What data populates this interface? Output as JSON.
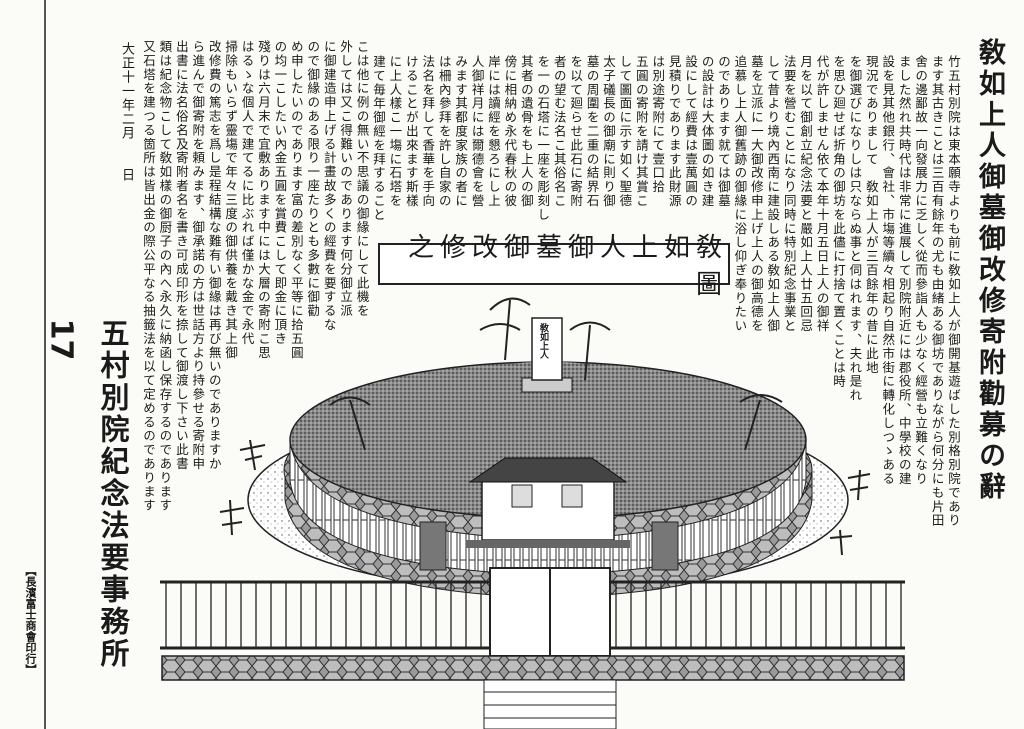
{
  "title": "敎如上人御墓御改修寄附勸募の辭",
  "body": {
    "columns": [
      "竹五村別院は東本願寺よりも前に敎如上人が御開基遊ばした別格別院であり",
      "ます其古きことは三百有餘年の尤も由緒ある御坊でありながら何分にも片田",
      "舍の邊鄙故一向發展力に乏しく從而參詣人も少なく經營も立難くなり",
      "ました然れ共時代は非常に進展して別院附近には郡役所、中學校の建",
      "設を見其他銀行、會社、市塲等續々相起り自然市街に轉化しつゝある",
      "現況でありまして　敎如上人が三百餘年の昔に此地",
      "を御選びになりしは只ならぬ事と伺はれます、夫れ是れ",
      "を思ひ廻せば折角の御坊を此儘に打捨て置くことは時",
      "代が許しません依て本年十月五日上人の御祥",
      "月を以て御創立紀念法要と嚴如上人廿五回忌",
      "法要を營むことになり同時に特別紀念事業と",
      "して昔より境內西南に建設しある敎如上人御",
      "墓を立派に一大御改修申上げ上人の御高德を",
      "追慕し上人御舊跡の御緣に浴し仰ぎ奉りたい",
      "のであります就ては御墓",
      "の設計は大体圖の如き建",
      "設にして經費は壹萬圓の",
      "見積りであります此財源",
      "は別途寄附にて壹口拾",
      "五圓の寄附を請け其賞こ",
      "して圖面に示す如く聖德",
      "太子礒長の御廟に則り御",
      "墓の周圍を二重の結界石",
      "を以て廻らせ此石に寄附",
      "者の望む法名こ其俗名こ",
      "を一の石塔に一座を彫刻し",
      "其者の遺骨をも上人の御",
      "傍に相納め永代春秋の彼",
      "岸には讀經を懇ろにし上",
      "人御祥月には爾德會を營",
      "みます其都度家族の者に",
      "は柵內參拜を許し自家の",
      "法名を拜して香華を手向",
      "けることが出來ます斯樣",
      "に上人樣こ一塲に石塔を",
      "建て毎年御經を拜すること",
      "こは他に例の無い不思議の御緣にして此機を",
      "外しては又こ得難いのであります何分御立派",
      "に御建造申上げる計畫故多くの經費を要するな",
      "ので御緣のある限り一座たりとも多數に御勸",
      "め申したいのであります富の差別なく平等に拾五圓",
      "の均一こしたい內金五圓を賞費こして即金に頂き",
      "殘りは六月末で宜敷あります中には大層の寄附こ思",
      "はるゝな個人で建てるに比ぶれば僅かな金で永代",
      "掃除もいらず靈塲で年々三度の御供養を戴き其上御",
      "改修費の篤志を爲し是程結構な難有い御緣は再び無いのでありますか",
      "ら進んで御寄附を頼みます、御承諾の方は世話方より持參せる寄附申",
      "出書に法名俗名及寄附者名を書き可成印形を捺して御渡し下さい此書",
      "類は紀念物こして敎如樣の御厨子の內へ永久に納函し保存するのであります",
      "又石塔を建つる箇所は皆出金の際公平なる抽籤法を以て定めるのであります"
    ]
  },
  "illustration": {
    "caption": "敎如上人御墓御改修之圖",
    "tomb_sign": "敎如上人"
  },
  "footer": {
    "date": "大正十一年二月　　日",
    "office": "五村別院紀念法要事務所",
    "printer": "【長濱富士商會印行】",
    "page_number": "17"
  }
}
